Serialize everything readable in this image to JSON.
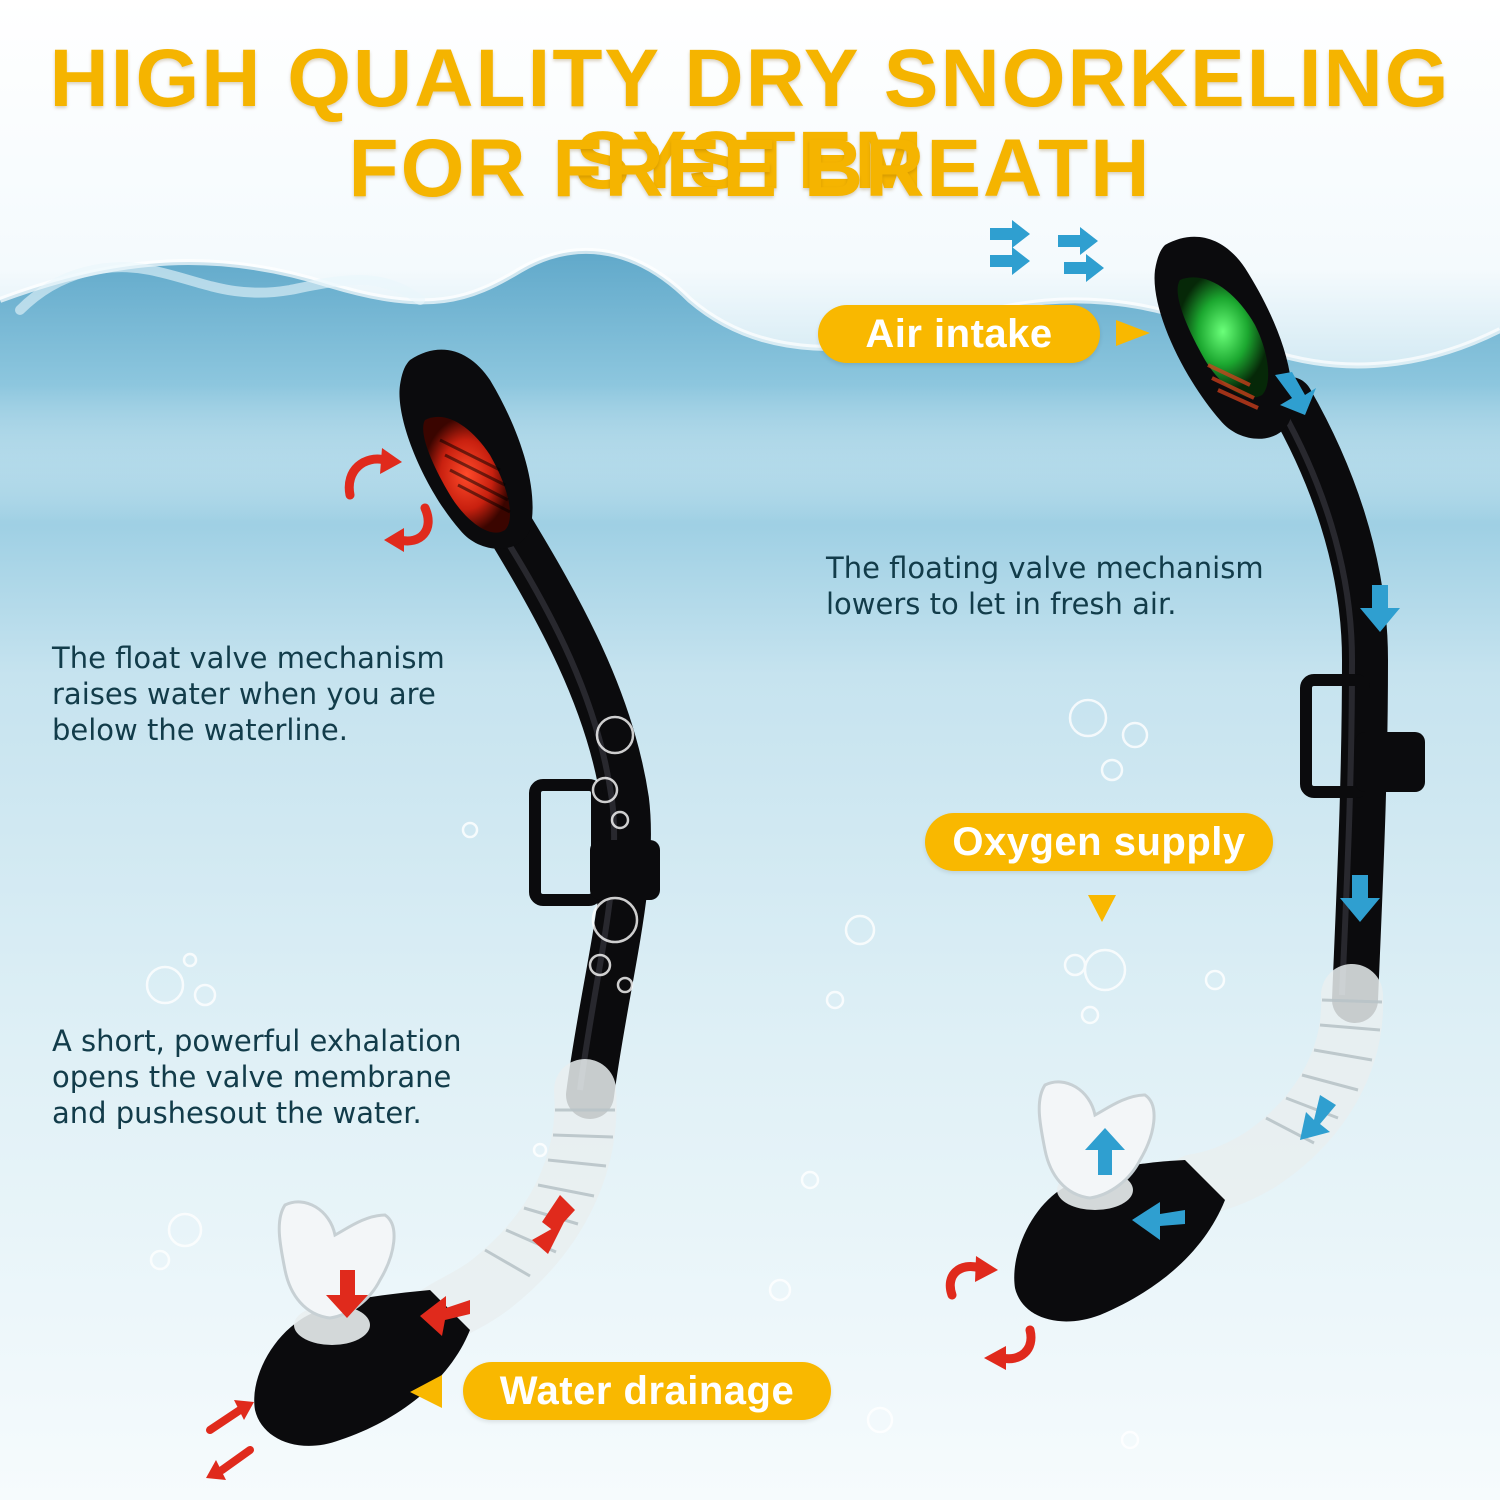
{
  "headline": {
    "line1": "HIGH QUALITY DRY SNORKELING SYSTEM",
    "line2": "FOR FREE BREATH"
  },
  "left_panel": {
    "float_valve_text": "The float valve mechanism\nraises water when you are\nbelow the waterline.",
    "exhalation_text": "A short, powerful exhalation\nopens the valve membrane\nand pushesout the water.",
    "water_drainage_label": "Water drainage"
  },
  "right_panel": {
    "air_intake_label": "Air intake",
    "floating_valve_text": "The floating valve mechanism\nlowers to let in fresh air.",
    "oxygen_supply_label": "Oxygen supply"
  },
  "colors": {
    "title": "#f5b400",
    "pill": "#f9b800",
    "text": "#123c4a",
    "water_deep": "#6fb2d0",
    "water_light": "#e9f5fa",
    "snorkel": "#0b0b0d",
    "valve_closed": "#e8321e",
    "valve_open": "#2fe04a",
    "flow_red": "#e02a1c",
    "flow_blue": "#2f9fd0"
  },
  "icons": {
    "flow_arrows": "arrow-icon",
    "rotation_arrows": "rotate-icon",
    "bubbles": "bubble-icon"
  }
}
